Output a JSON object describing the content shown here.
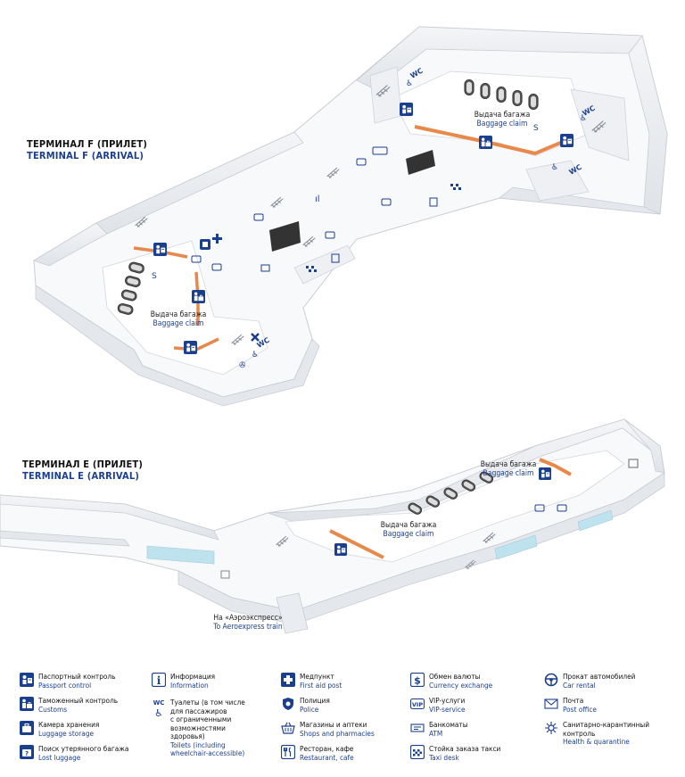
{
  "terminal_f": {
    "title_ru": "ТЕРМИНАЛ F (ПРИЛЕТ)",
    "title_en": "TERMINAL F (ARRIVAL)"
  },
  "terminal_e": {
    "title_ru": "ТЕРМИНАЛ E (ПРИЛЕТ)",
    "title_en": "TERMINAL E (ARRIVAL)"
  },
  "map_labels": {
    "baggage_ru": "Выдача багажа",
    "baggage_en": "Baggage claim",
    "aeroexpress_ru": "На «Аэроэкспресс»",
    "aeroexpress_en": "To Aeroexpress train",
    "wc": "WC"
  },
  "legend": [
    {
      "icon": "passport-control-icon",
      "ru": "Паспортный контроль",
      "en": "Passport control"
    },
    {
      "icon": "customs-icon",
      "ru": "Таможенный контроль",
      "en": "Customs"
    },
    {
      "icon": "luggage-storage-icon",
      "ru": "Камера хранения",
      "en": "Luggage storage"
    },
    {
      "icon": "lost-luggage-icon",
      "ru": "Поиск утерянного багажа",
      "en": "Lost luggage"
    },
    {
      "icon": "information-icon",
      "ru": "Информация",
      "en": "Information"
    },
    {
      "icon": "toilets-icon",
      "ru": "Туалеты (в том числе\nдля пассажиров\nс ограниченными\nвозможностями\nздоровья)",
      "en": "Toilets (including\nwheelchair-accessible)"
    },
    {
      "icon": "first-aid-icon",
      "ru": "Медпункт",
      "en": "First aid post"
    },
    {
      "icon": "police-icon",
      "ru": "Полиция",
      "en": "Police"
    },
    {
      "icon": "shops-icon",
      "ru": "Магазины и аптеки",
      "en": "Shops and pharmacies"
    },
    {
      "icon": "restaurant-icon",
      "ru": "Ресторан, кафе",
      "en": "Restaurant, cafe"
    },
    {
      "icon": "currency-exchange-icon",
      "ru": "Обмен валюты",
      "en": "Currency exchange"
    },
    {
      "icon": "vip-icon",
      "ru": "VIP-услуги",
      "en": "VIP-service"
    },
    {
      "icon": "atm-icon",
      "ru": "Банкоматы",
      "en": "ATM"
    },
    {
      "icon": "taxi-icon",
      "ru": "Стойка заказа такси",
      "en": "Taxi desk"
    },
    {
      "icon": "car-rental-icon",
      "ru": "Прокат автомобилей",
      "en": "Car rental"
    },
    {
      "icon": "post-office-icon",
      "ru": "Почта",
      "en": "Post office"
    },
    {
      "icon": "health-quarantine-icon",
      "ru": "Санитарно-карантинный\nконтроль",
      "en": "Health & quarantine"
    }
  ],
  "colors": {
    "accent": "#1b3f8f",
    "claim_line": "#e8884a",
    "floor": "#f7f8fa",
    "wall": "#e9ecf0",
    "glass": "#bfe3ee"
  }
}
